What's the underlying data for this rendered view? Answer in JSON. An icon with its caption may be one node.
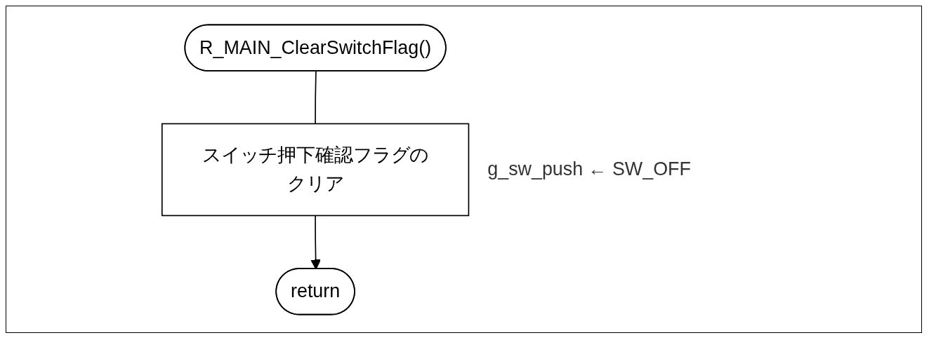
{
  "diagram": {
    "nodes": [
      {
        "text": [
          "R_MAIN_ClearSwitchFlag()"
        ]
      },
      {
        "text": [
          "スイッチ押下確認フラグのクリア"
        ],
        "beside": [
          "g_sw_push ← SW_OFF"
        ]
      },
      {
        "text": [
          "return"
        ]
      }
    ],
    "edges": [
      {
        "from": 0,
        "to": 1,
        "arrow": "none"
      },
      {
        "from": 1,
        "to": 2,
        "arrow": "to"
      }
    ]
  }
}
